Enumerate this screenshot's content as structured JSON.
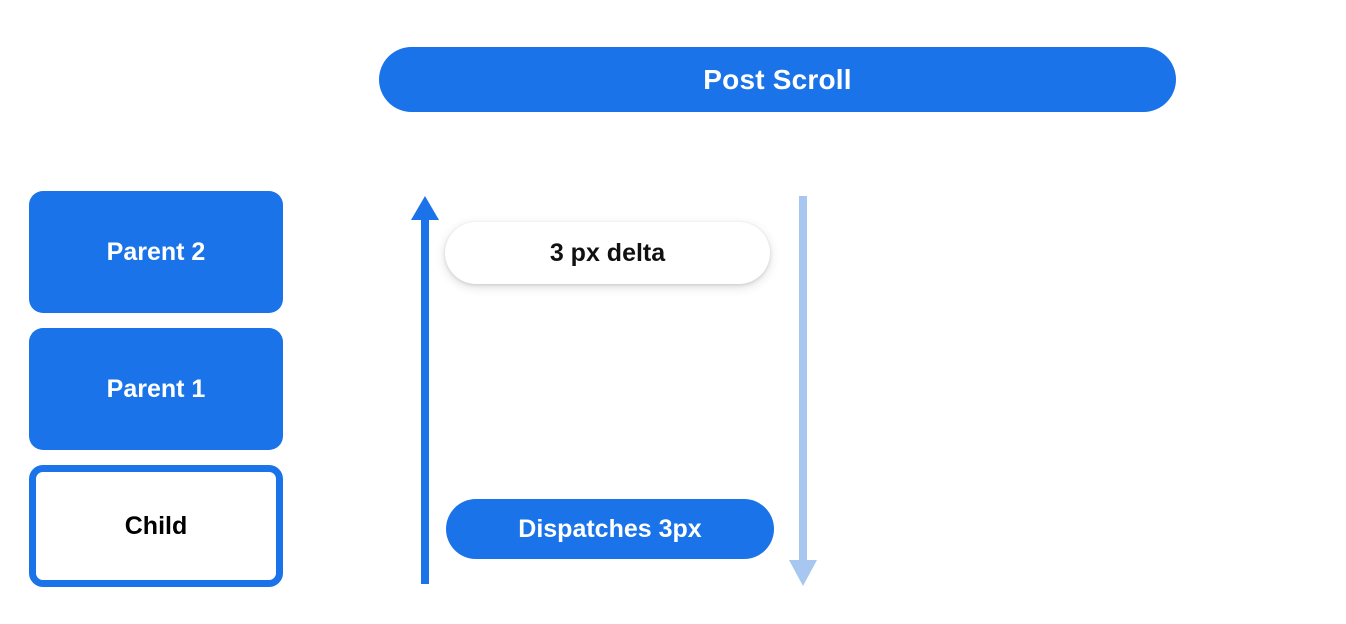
{
  "header": {
    "title": "Post Scroll"
  },
  "node_stack": {
    "nodes": [
      {
        "label": "Parent 2",
        "style": "filled",
        "name": "node-parent-2"
      },
      {
        "label": "Parent 1",
        "style": "filled",
        "name": "node-parent-1"
      },
      {
        "label": "Child",
        "style": "outlined",
        "name": "node-child"
      }
    ]
  },
  "timeline": {
    "up_arrow": {
      "icon": "arrow-up-icon",
      "direction": "up",
      "color": "#1a73e8"
    },
    "down_arrow": {
      "icon": "arrow-down-icon",
      "direction": "down",
      "color": "#a8c7f0"
    },
    "delta_badge": {
      "label": "3 px delta"
    },
    "dispatch_badge": {
      "label": "Dispatches 3px"
    }
  },
  "colors": {
    "brand_blue": "#1a73e8",
    "light_blue": "#a8c7f0",
    "background": "#ffffff",
    "text_dark": "#111111",
    "text_light": "#ffffff"
  }
}
